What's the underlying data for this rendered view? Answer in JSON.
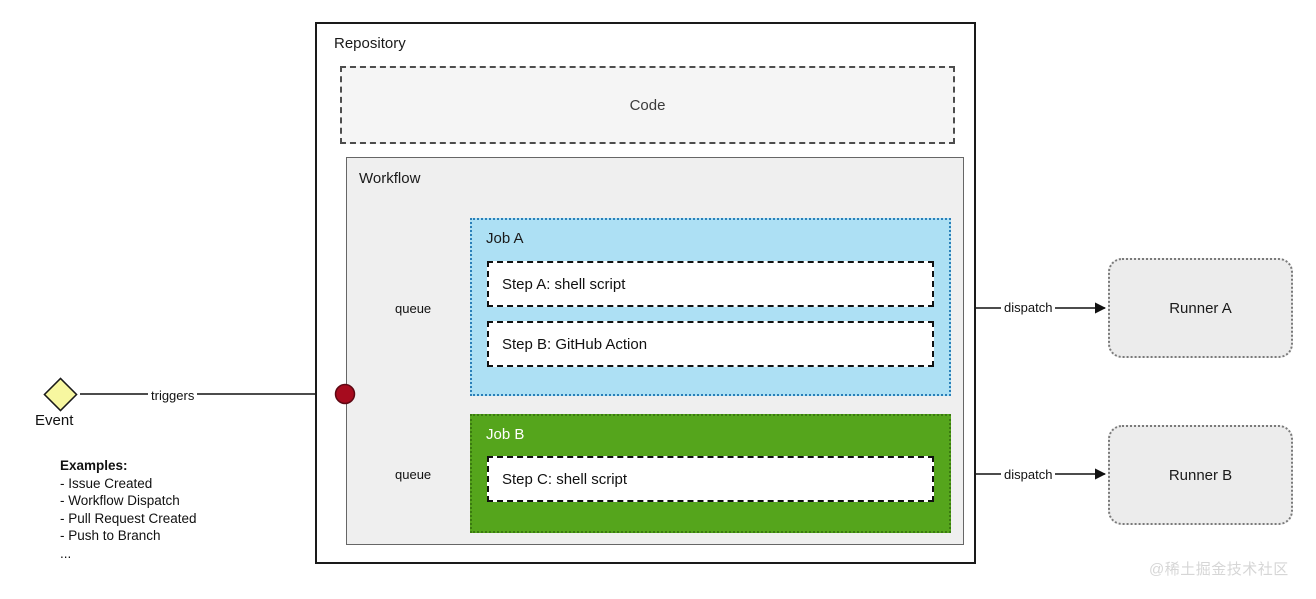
{
  "diagram": {
    "title_nodes": {
      "repository": "Repository",
      "code": "Code",
      "workflow": "Workflow"
    },
    "jobs": [
      {
        "id": "job-a",
        "label": "Job A",
        "fill": "#ade0f4",
        "text_color": "#1a1a1a",
        "steps": [
          "Step A: shell script",
          "Step B: GitHub Action"
        ]
      },
      {
        "id": "job-b",
        "label": "Job B",
        "fill": "#55a51c",
        "text_color": "#ffffff",
        "steps": [
          "Step C: shell script"
        ]
      }
    ],
    "steps": {
      "step_a": "Step A: shell script",
      "step_b": "Step B: GitHub Action",
      "step_c": "Step C: shell script"
    },
    "runners": [
      {
        "id": "runner-a",
        "label": "Runner A"
      },
      {
        "id": "runner-b",
        "label": "Runner B"
      }
    ],
    "event": {
      "label": "Event",
      "shape": "diamond",
      "fill": "#f7f7a0",
      "stroke": "#1a1a1a"
    },
    "junction": {
      "shape": "filled-circle",
      "fill": "#a60b1e",
      "stroke": "#5e0713"
    },
    "edge_labels": {
      "triggers": "triggers",
      "queue_to_job_a": "queue",
      "queue_to_job_b": "queue",
      "dispatch_to_runner_a": "dispatch",
      "dispatch_to_runner_b": "dispatch"
    },
    "examples": {
      "title": "Examples:",
      "items": [
        "- Issue Created",
        "- Workflow Dispatch",
        "- Pull Request Created",
        "- Push to Branch",
        "..."
      ]
    },
    "watermark": "@稀土掘金技术社区",
    "colors": {
      "job_a_fill": "#ade0f4",
      "job_b_fill": "#55a51c",
      "event_fill": "#f7f7a0",
      "junction_fill": "#a60b1e",
      "surface_gray": "#efefef",
      "code_gray": "#f5f5f5",
      "runner_gray": "#ececec"
    }
  }
}
